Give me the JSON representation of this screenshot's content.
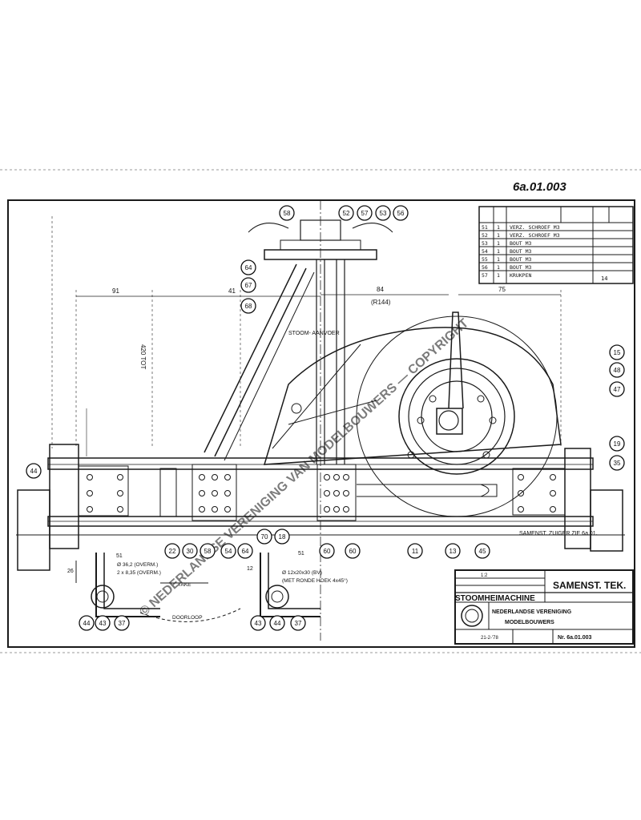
{
  "handwritten_note": "6a.01.003",
  "watermark": "© NEDERLANDSE VERENIGING VAN MODELBOUWERS — COPYRIGHT",
  "drawing_number": "Nr. 6a.01.003",
  "title_short": "SAMENST. TEK.",
  "machine_name": "STOOMHEIMACHINE",
  "organisation_line1": "NEDERLANDSE VERENIGING",
  "organisation_line2": "MODELBOUWERS",
  "scale": "1:2",
  "date": "21-2-'78",
  "small_code": "14",
  "label_stoomaanvoer": "STOOM-\nAANVOER",
  "label_samenst_zie": "SAMENST. ZUIGER\nZIE 6a.01.",
  "dim_91": "91",
  "dim_h1": "41",
  "dim_84": "84",
  "dim_r144": "(R144)",
  "dim_75": "75",
  "dim_vertical": "420 TOT",
  "dim_51a": "51",
  "dim_51b": "51",
  "dim_26": "26",
  "dim_12": "12",
  "note_left_1": "Ø 36,2 (OVERM.)",
  "note_left_2": "2 x 8,35 (OVERM.)",
  "note_right_1": "Ø 12x20x30 (BV)",
  "note_right_2": "(MET RONDE HOEK 4x45°)",
  "note_pijl": "TAKE",
  "note_arc": "DOORLOOP",
  "parts_list": [
    {
      "no": "51",
      "qty": "1",
      "desc": "VERZ. SCHROEF M3"
    },
    {
      "no": "52",
      "qty": "1",
      "desc": "VERZ. SCHROEF M3"
    },
    {
      "no": "53",
      "qty": "1",
      "desc": "BOUT M3"
    },
    {
      "no": "54",
      "qty": "1",
      "desc": "BOUT M3"
    },
    {
      "no": "55",
      "qty": "1",
      "desc": "BOUT M3"
    },
    {
      "no": "56",
      "qty": "1",
      "desc": "BOUT M3"
    },
    {
      "no": "57",
      "qty": "1",
      "desc": "KRUKPEN"
    }
  ],
  "balloons": [
    {
      "id": "b1",
      "text": "58"
    },
    {
      "id": "b2",
      "text": "52"
    },
    {
      "id": "b3",
      "text": "57"
    },
    {
      "id": "b4",
      "text": "53"
    },
    {
      "id": "b5",
      "text": "56"
    },
    {
      "id": "b6",
      "text": "64"
    },
    {
      "id": "b7",
      "text": "67"
    },
    {
      "id": "b8",
      "text": "68"
    },
    {
      "id": "b9",
      "text": "15"
    },
    {
      "id": "b10",
      "text": "48"
    },
    {
      "id": "b11",
      "text": "47"
    },
    {
      "id": "b12",
      "text": "19"
    },
    {
      "id": "b13",
      "text": "35"
    },
    {
      "id": "b14",
      "text": "44"
    },
    {
      "id": "b15",
      "text": "22"
    },
    {
      "id": "b16",
      "text": "30"
    },
    {
      "id": "b17",
      "text": "58"
    },
    {
      "id": "b18",
      "text": "54"
    },
    {
      "id": "b19",
      "text": "64"
    },
    {
      "id": "b20",
      "text": "70"
    },
    {
      "id": "b21",
      "text": "18"
    },
    {
      "id": "b22",
      "text": "60"
    },
    {
      "id": "b23",
      "text": "60"
    },
    {
      "id": "b24",
      "text": "11"
    },
    {
      "id": "b25",
      "text": "13"
    },
    {
      "id": "b26",
      "text": "45"
    },
    {
      "id": "b27",
      "text": "44"
    },
    {
      "id": "b28",
      "text": "43"
    },
    {
      "id": "b29",
      "text": "37"
    },
    {
      "id": "b30",
      "text": "43"
    },
    {
      "id": "b31",
      "text": "44"
    },
    {
      "id": "b32",
      "text": "37"
    }
  ]
}
